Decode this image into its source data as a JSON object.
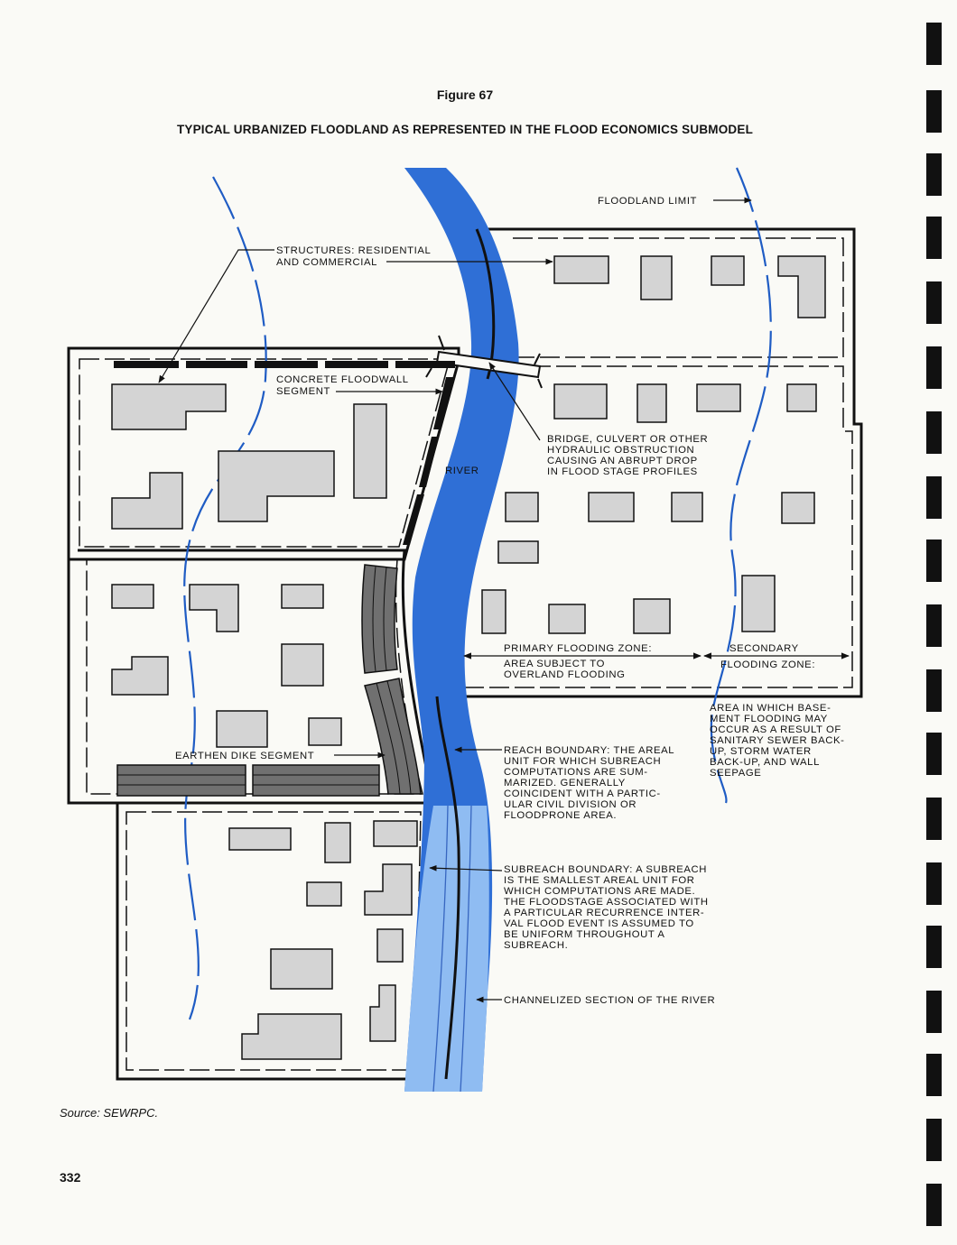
{
  "header": {
    "figure_number": "Figure 67",
    "title": "TYPICAL URBANIZED FLOODLAND AS REPRESENTED IN THE FLOOD ECONOMICS SUBMODEL"
  },
  "diagram": {
    "river_label": "RIVER",
    "labels": {
      "floodland_limit": "FLOODLAND LIMIT",
      "structures": [
        "STRUCTURES: RESIDENTIAL",
        "AND COMMERCIAL"
      ],
      "floodwall": [
        "CONCRETE FLOODWALL",
        "SEGMENT"
      ],
      "bridge": [
        "BRIDGE, CULVERT OR OTHER",
        "HYDRAULIC OBSTRUCTION",
        "CAUSING AN ABRUPT DROP",
        "IN FLOOD STAGE PROFILES"
      ],
      "primary_zone": [
        "PRIMARY FLOODING ZONE:",
        "AREA SUBJECT TO",
        "OVERLAND FLOODING"
      ],
      "secondary_zone": [
        "SECONDARY",
        "FLOODING ZONE:"
      ],
      "secondary_desc": [
        "AREA IN WHICH BASE-",
        "MENT FLOODING MAY",
        "OCCUR AS A RESULT OF",
        "SANITARY SEWER BACK-",
        "UP, STORM WATER",
        "BACK-UP, AND WALL",
        "SEEPAGE"
      ],
      "earthen_dike": "EARTHEN DIKE SEGMENT",
      "reach_boundary": [
        "REACH BOUNDARY: THE AREAL",
        "UNIT FOR WHICH SUBREACH",
        "COMPUTATIONS ARE SUM-",
        "MARIZED. GENERALLY",
        "COINCIDENT WITH A PARTIC-",
        "ULAR CIVIL DIVISION OR",
        "FLOODPRONE AREA."
      ],
      "subreach_boundary": [
        "SUBREACH BOUNDARY: A SUBREACH",
        "IS THE SMALLEST AREAL UNIT FOR",
        "WHICH COMPUTATIONS ARE MADE.",
        "THE FLOODSTAGE ASSOCIATED WITH",
        "A PARTICULAR RECURRENCE INTER-",
        "VAL FLOOD EVENT IS ASSUMED TO",
        "BE UNIFORM THROUGHOUT A",
        "SUBREACH."
      ],
      "channelized": "CHANNELIZED SECTION OF THE RIVER"
    },
    "colors": {
      "river": "#2f6fd6",
      "channelized_river": "#8fbcf2",
      "floodland_limit_line": "#1f5cc4",
      "structure_fill": "#d4d4d4",
      "dike_fill": "#707070",
      "floodwall": "#111111"
    }
  },
  "footer": {
    "source": "Source: SEWRPC.",
    "page_number": "332"
  }
}
